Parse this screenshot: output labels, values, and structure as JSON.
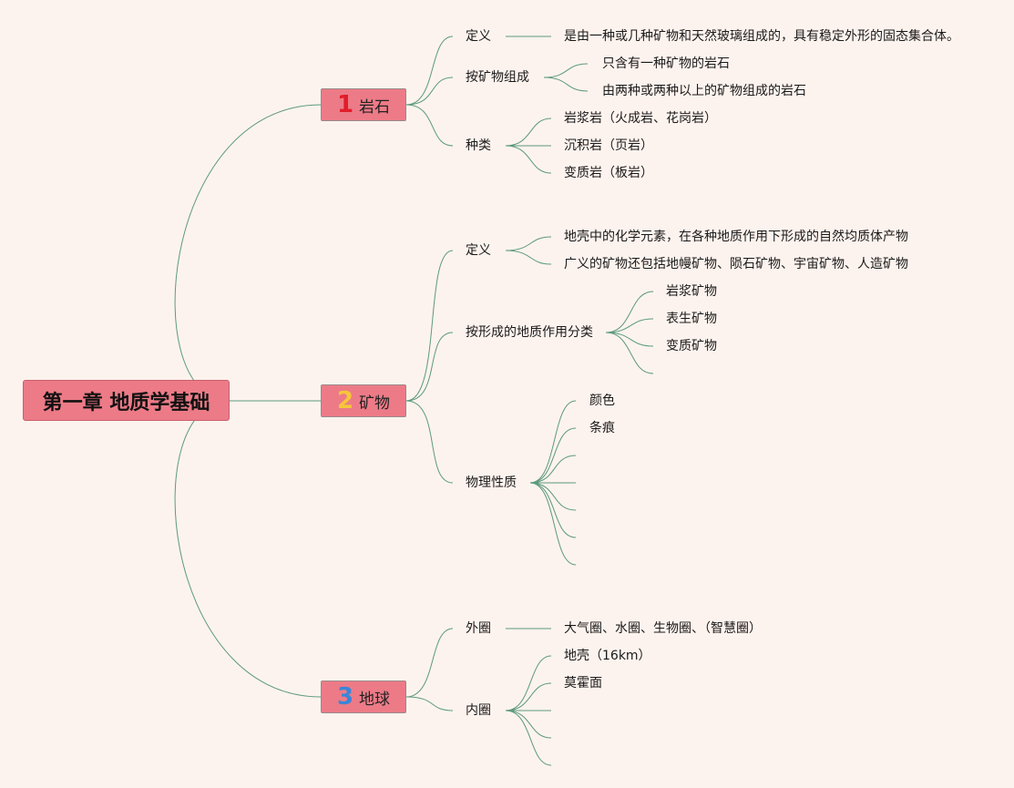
{
  "colors": {
    "background": "#fdf3ee",
    "branch": "#e8a0a8",
    "line": "#5c9a7c",
    "num1": "#e11d2a",
    "num2": "#f5c63a",
    "num3": "#3a86d8"
  },
  "root": "第一章 地质学基础",
  "branches": [
    {
      "num": "1",
      "label": "岩石",
      "children": [
        {
          "label": "定义",
          "children": [
            "是由一种或几种矿物和天然玻璃组成的，具有稳定外形的固态集合体。"
          ]
        },
        {
          "label": "按矿物组成",
          "children": [
            "只含有一种矿物的岩石",
            "由两种或两种以上的矿物组成的岩石"
          ]
        },
        {
          "label": "种类",
          "children": [
            "岩浆岩（火成岩、花岗岩）",
            "沉积岩（页岩）",
            "变质岩（板岩）"
          ]
        }
      ]
    },
    {
      "num": "2",
      "label": "矿物",
      "children": [
        {
          "label": "定义",
          "children": [
            "地壳中的化学元素，在各种地质作用下形成的自然均质体产物",
            "广义的矿物还包括地幔矿物、陨石矿物、宇宙矿物、人造矿物"
          ]
        },
        {
          "label": "按形成的地质作用分类",
          "children": [
            "岩浆矿物",
            "表生矿物",
            "变质矿物",
            ""
          ]
        },
        {
          "label": "物理性质",
          "children": [
            "颜色",
            "条痕",
            "",
            "",
            "",
            "",
            ""
          ]
        }
      ]
    },
    {
      "num": "3",
      "label": "地球",
      "children": [
        {
          "label": "外圈",
          "children": [
            "大气圈、水圈、生物圈、（智慧圈）"
          ]
        },
        {
          "label": "内圈",
          "children": [
            "地壳（16km）",
            "莫霍面",
            "",
            "",
            ""
          ]
        }
      ]
    }
  ]
}
